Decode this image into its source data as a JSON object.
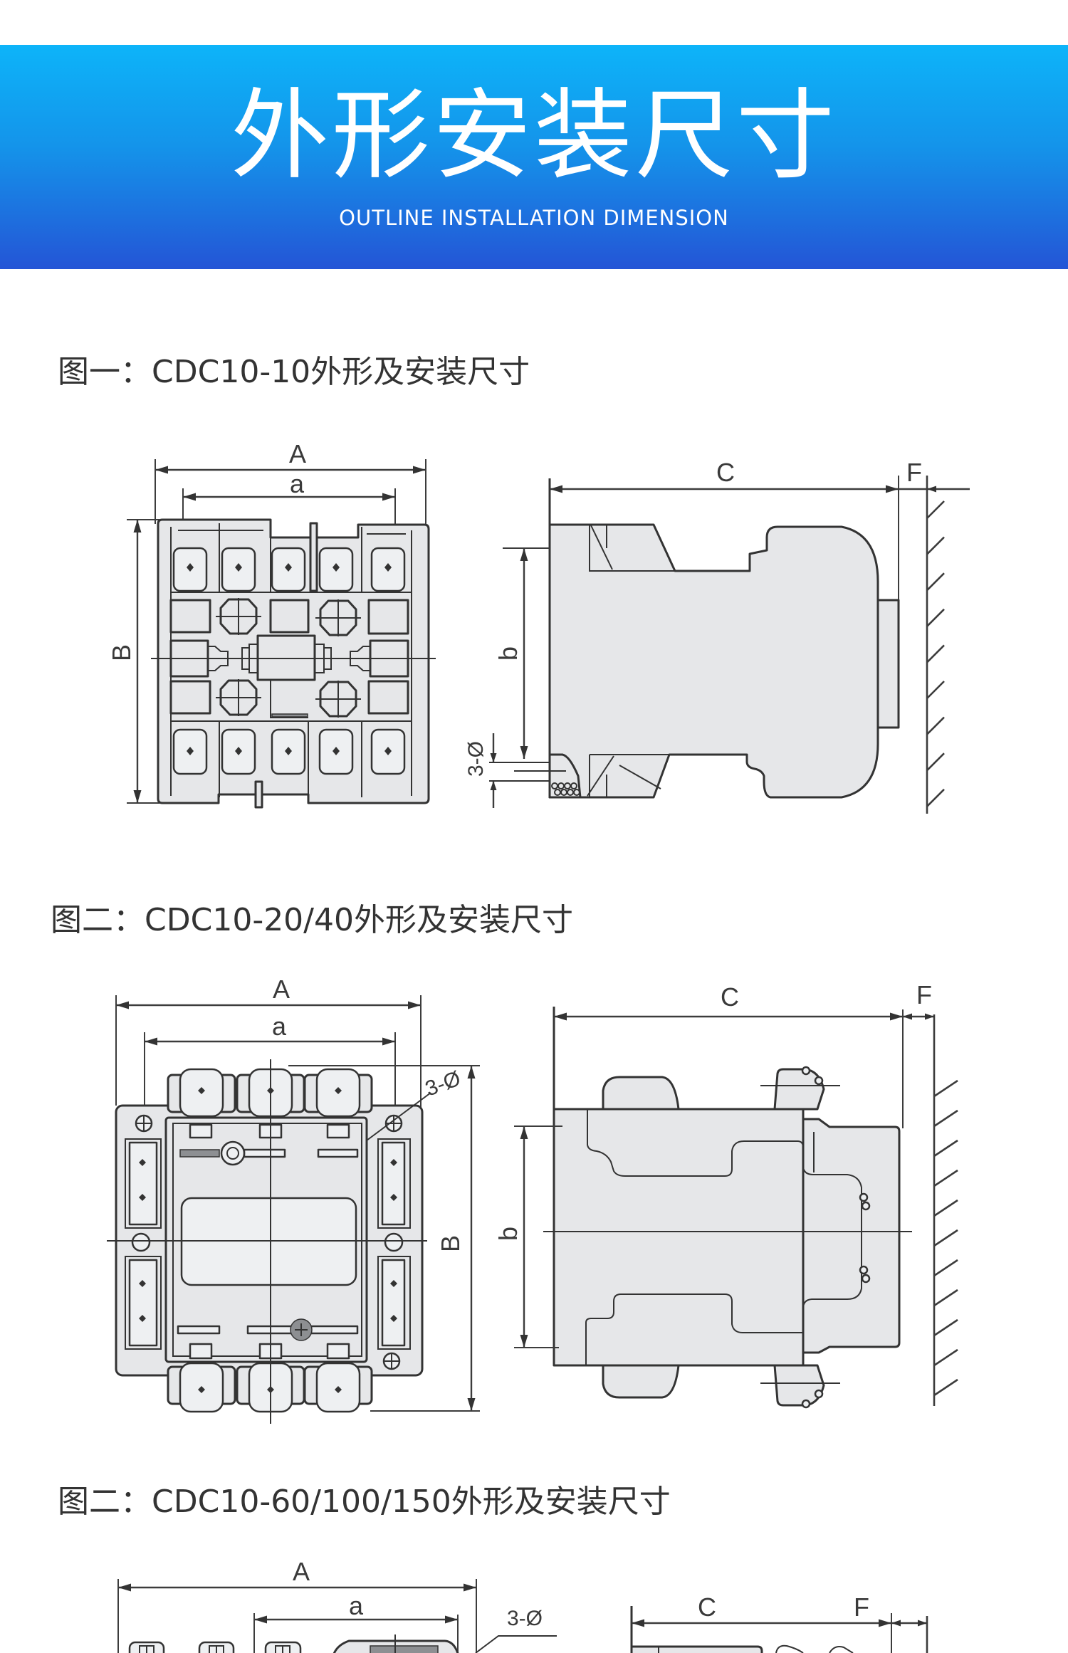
{
  "banner": {
    "title": "外形安装尺寸",
    "subtitle": "OUTLINE INSTALLATION DIMENSION",
    "gradient_top": "#0db4f9",
    "gradient_bottom": "#2455d6"
  },
  "drawing_colors": {
    "line": "#333333",
    "body": "#e6e7e9",
    "text": "#333333"
  },
  "figures": [
    {
      "caption": "图一：CDC10-10外形及安装尺寸",
      "front_view": {
        "width_label": "A",
        "mount_width_label": "a",
        "height_label": "B"
      },
      "side_view": {
        "depth_label": "C",
        "gap_label": "F",
        "mount_height_label": "b",
        "hole_label": "3-Ø"
      }
    },
    {
      "caption": "图二：CDC10-20/40外形及安装尺寸",
      "front_view": {
        "width_label": "A",
        "mount_width_label": "a",
        "height_label": "B",
        "hole_label": "3-Ø"
      },
      "side_view": {
        "depth_label": "C",
        "gap_label": "F",
        "mount_height_label": "b"
      }
    },
    {
      "caption": "图二：CDC10-60/100/150外形及安装尺寸",
      "front_view": {
        "width_label": "A",
        "mount_width_label": "a",
        "hole_label": "3-Ø"
      },
      "side_view": {
        "depth_label": "C",
        "gap_label": "F"
      }
    }
  ]
}
